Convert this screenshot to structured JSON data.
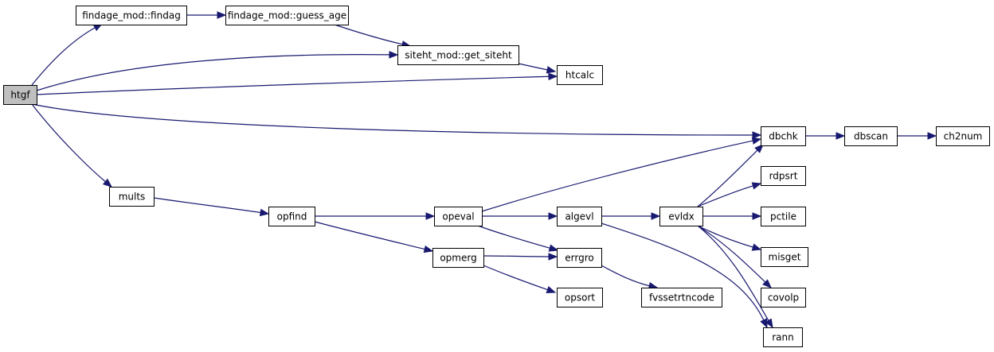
{
  "graph": {
    "root": "htgf",
    "nodes": [
      {
        "id": "htgf",
        "label": "htgf",
        "root": true
      },
      {
        "id": "findag",
        "label": "findage_mod::findag"
      },
      {
        "id": "guess_age",
        "label": "findage_mod::guess_age"
      },
      {
        "id": "get_siteht",
        "label": "siteht_mod::get_siteht"
      },
      {
        "id": "htcalc",
        "label": "htcalc"
      },
      {
        "id": "dbchk",
        "label": "dbchk"
      },
      {
        "id": "dbscan",
        "label": "dbscan"
      },
      {
        "id": "ch2num",
        "label": "ch2num"
      },
      {
        "id": "mults",
        "label": "mults"
      },
      {
        "id": "opfind",
        "label": "opfind"
      },
      {
        "id": "opeval",
        "label": "opeval"
      },
      {
        "id": "opmerg",
        "label": "opmerg"
      },
      {
        "id": "algevl",
        "label": "algevl"
      },
      {
        "id": "errgro",
        "label": "errgro"
      },
      {
        "id": "opsort",
        "label": "opsort"
      },
      {
        "id": "fvssetrtncode",
        "label": "fvssetrtncode"
      },
      {
        "id": "evldx",
        "label": "evldx"
      },
      {
        "id": "rdpsrt",
        "label": "rdpsrt"
      },
      {
        "id": "pctile",
        "label": "pctile"
      },
      {
        "id": "misget",
        "label": "misget"
      },
      {
        "id": "covolp",
        "label": "covolp"
      },
      {
        "id": "rann",
        "label": "rann"
      }
    ],
    "edges": [
      {
        "from": "htgf",
        "to": "findag"
      },
      {
        "from": "findag",
        "to": "guess_age"
      },
      {
        "from": "guess_age",
        "to": "get_siteht"
      },
      {
        "from": "htgf",
        "to": "get_siteht"
      },
      {
        "from": "get_siteht",
        "to": "htcalc"
      },
      {
        "from": "htgf",
        "to": "htcalc"
      },
      {
        "from": "htgf",
        "to": "dbchk"
      },
      {
        "from": "dbchk",
        "to": "dbscan"
      },
      {
        "from": "dbscan",
        "to": "ch2num"
      },
      {
        "from": "htgf",
        "to": "mults"
      },
      {
        "from": "mults",
        "to": "opfind"
      },
      {
        "from": "opfind",
        "to": "opeval"
      },
      {
        "from": "opfind",
        "to": "opmerg"
      },
      {
        "from": "opeval",
        "to": "dbchk"
      },
      {
        "from": "opeval",
        "to": "algevl"
      },
      {
        "from": "opeval",
        "to": "errgro"
      },
      {
        "from": "opmerg",
        "to": "errgro"
      },
      {
        "from": "opmerg",
        "to": "opsort"
      },
      {
        "from": "algevl",
        "to": "evldx"
      },
      {
        "from": "algevl",
        "to": "rann"
      },
      {
        "from": "errgro",
        "to": "fvssetrtncode"
      },
      {
        "from": "evldx",
        "to": "dbchk"
      },
      {
        "from": "evldx",
        "to": "rdpsrt"
      },
      {
        "from": "evldx",
        "to": "pctile"
      },
      {
        "from": "evldx",
        "to": "misget"
      },
      {
        "from": "evldx",
        "to": "covolp"
      },
      {
        "from": "evldx",
        "to": "rann"
      }
    ]
  },
  "colors": {
    "edge": "#191970",
    "root_fill": "#bfbfbf",
    "node_fill": "#ffffff",
    "node_border": "#000000"
  }
}
